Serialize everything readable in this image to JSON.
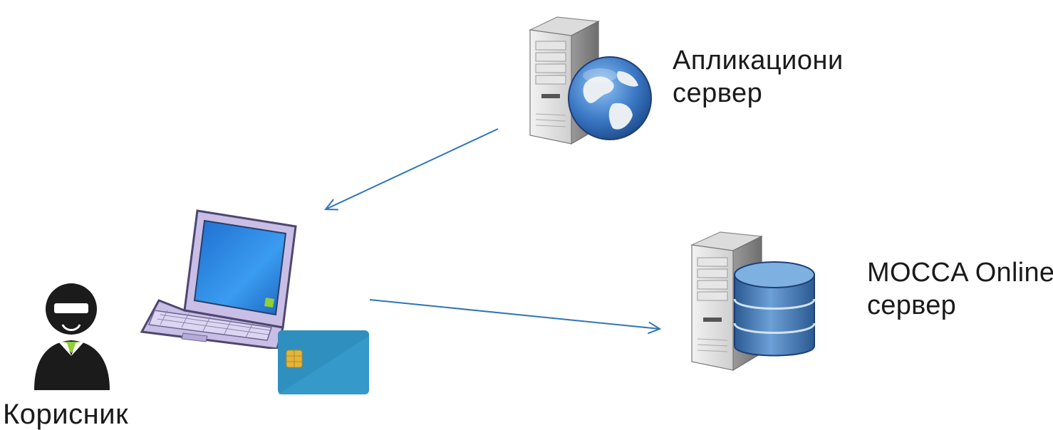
{
  "diagram": {
    "nodes": {
      "application_server": {
        "label_line1": "Апликациони",
        "label_line2": "сервер",
        "icon": "web-server-icon"
      },
      "mocca_server": {
        "label_line1": "MOCCA Online",
        "label_line2": "сервер",
        "icon": "database-server-icon"
      },
      "user": {
        "label": "Корисник",
        "icons": [
          "user-avatar-icon",
          "laptop-icon",
          "smart-card-icon"
        ]
      }
    },
    "edges": [
      {
        "from": "application_server",
        "to": "user"
      },
      {
        "from": "user",
        "to": "mocca_server"
      }
    ],
    "colors": {
      "arrow": "#2e75b6",
      "card": "#2f8fbf",
      "card_chip": "#e3b53c",
      "laptop_body": "#c9bfe6",
      "laptop_screen": "#2a8be0",
      "globe": "#3b78c4",
      "database": "#3d6fa8"
    }
  }
}
